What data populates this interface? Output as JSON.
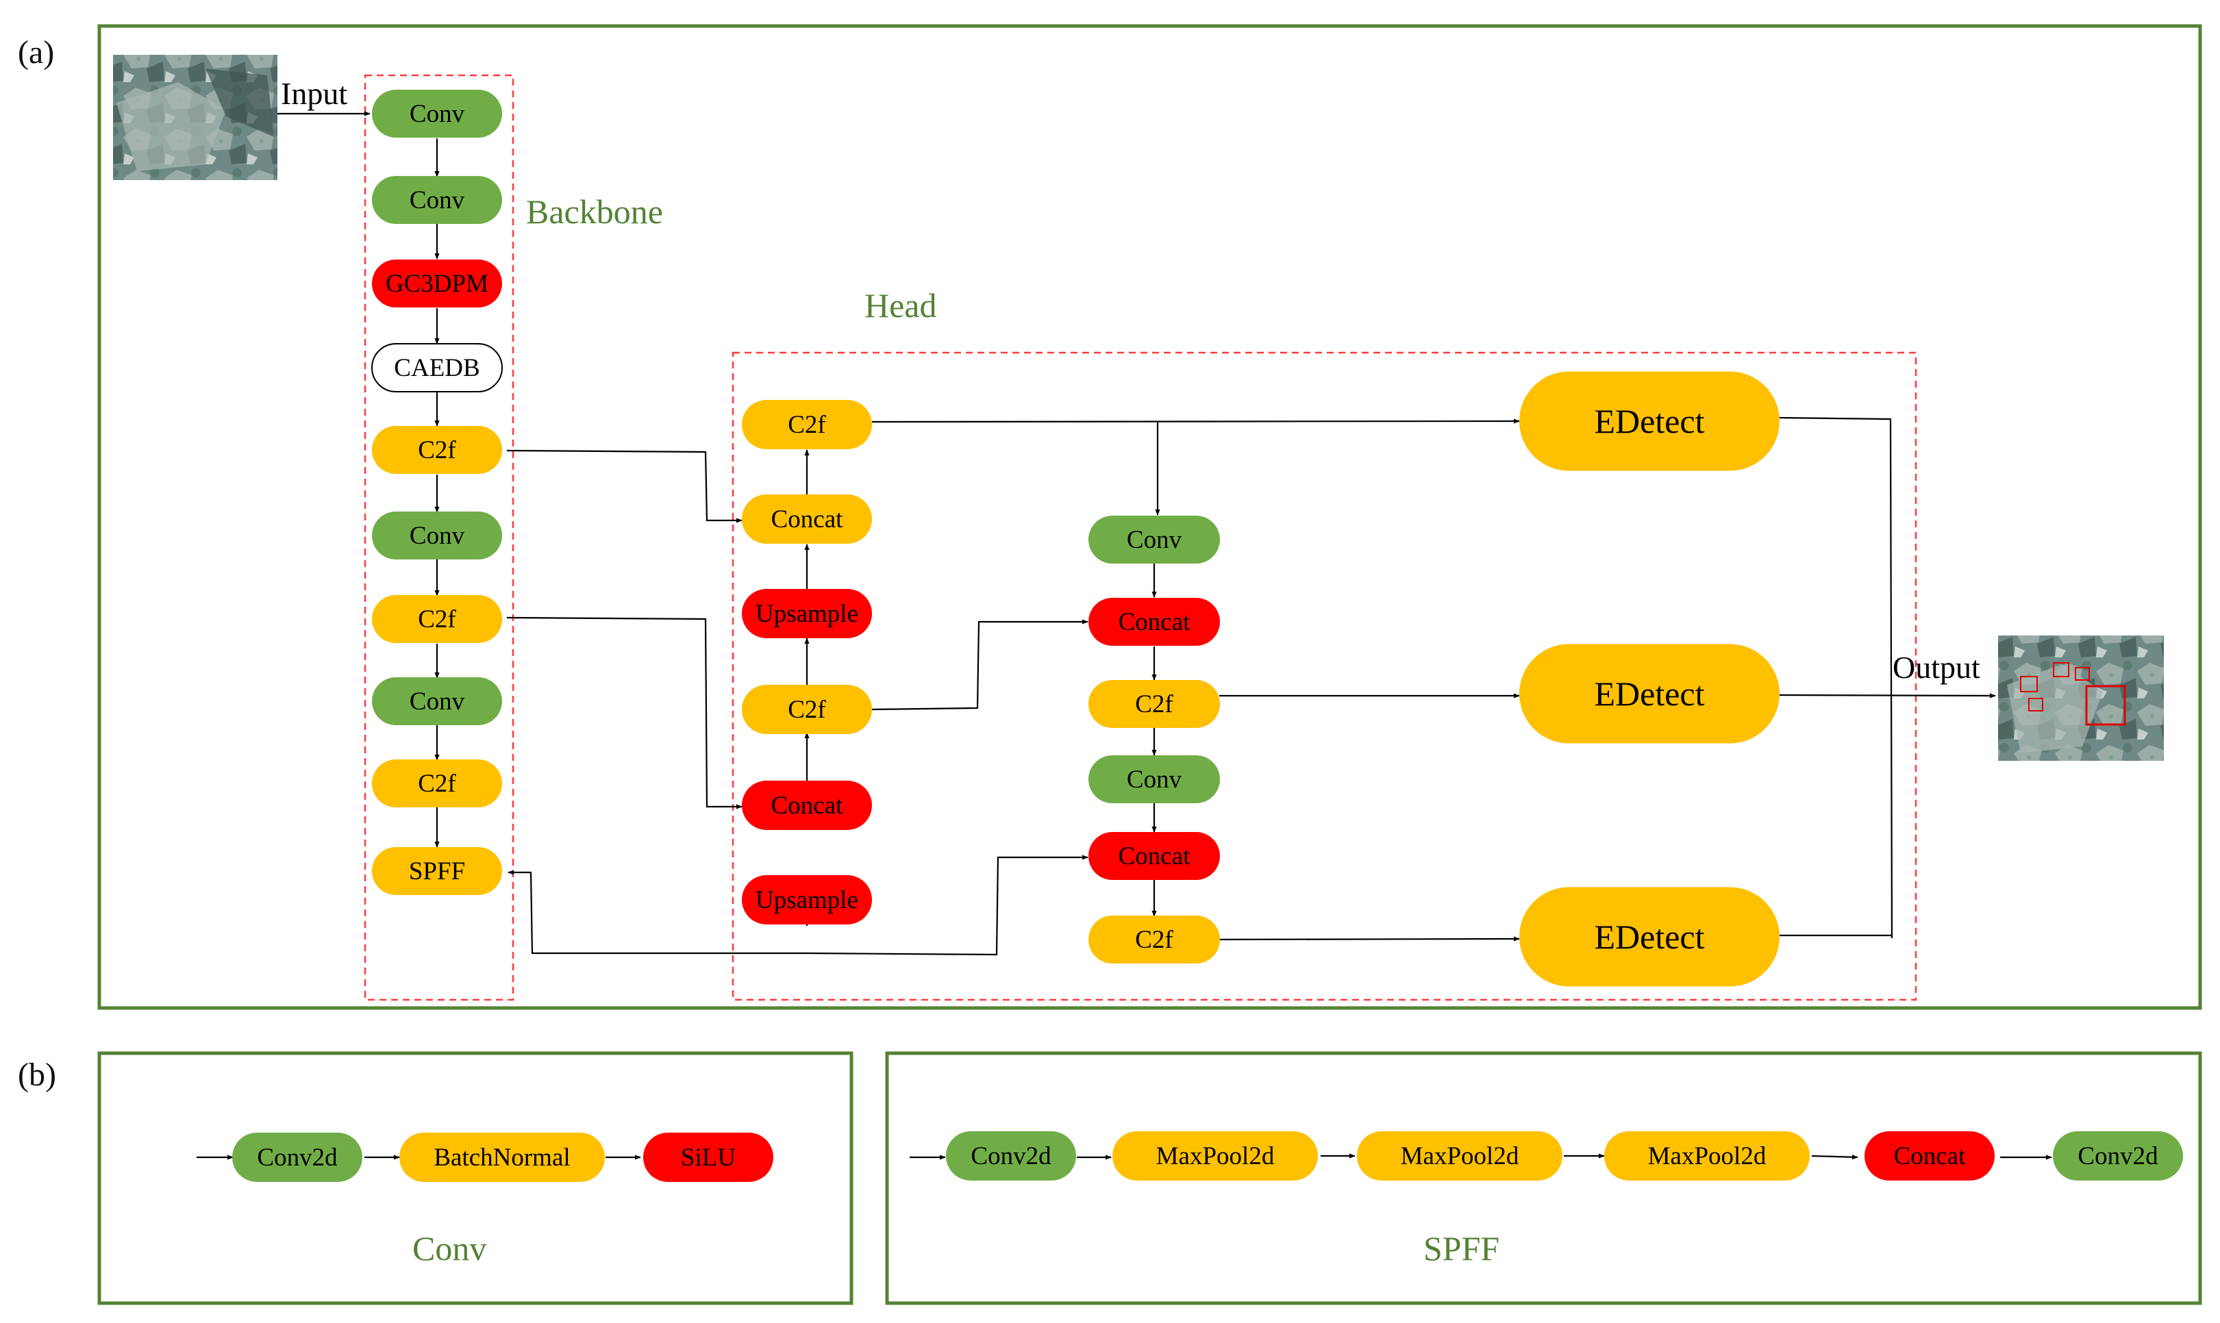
{
  "colors": {
    "green": "#70AD47",
    "orange": "#FFC000",
    "red": "#FF0000",
    "white": "#FFFFFF",
    "frame": "#548235",
    "dashed": "#FF3B3B",
    "title": "#548235"
  },
  "panel_a": {
    "label": "(a)",
    "input_label": "Input",
    "output_label": "Output",
    "backbone_title": "Backbone",
    "head_title": "Head",
    "backbone": [
      "Conv",
      "Conv",
      "GC3DPM",
      "CAEDB",
      "C2f",
      "Conv",
      "C2f",
      "Conv",
      "C2f",
      "SPFF"
    ],
    "head_col1": [
      "C2f",
      "Concat",
      "Upsample",
      "C2f",
      "Concat",
      "Upsample"
    ],
    "head_col2": [
      "Conv",
      "Concat",
      "C2f",
      "Conv",
      "Concat",
      "C2f"
    ],
    "detect": [
      "EDetect",
      "EDetect",
      "EDetect"
    ]
  },
  "panel_b": {
    "label": "(b)",
    "conv_title": "Conv",
    "conv_chain": [
      "Conv2d",
      "BatchNormal",
      "SiLU"
    ],
    "spff_title": "SPFF",
    "spff_chain": [
      "Conv2d",
      "MaxPool2d",
      "MaxPool2d",
      "MaxPool2d",
      "Concat",
      "Conv2d"
    ]
  }
}
